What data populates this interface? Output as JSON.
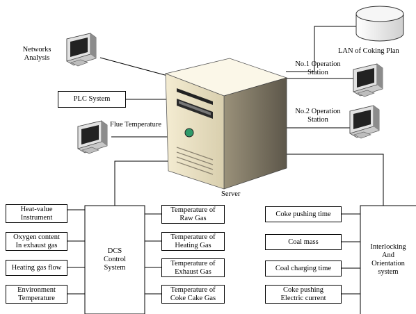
{
  "server_label": "Server",
  "networks_analysis": [
    "Networks",
    "Analysis"
  ],
  "plc_system": "PLC System",
  "flue_temperature": "Flue Temperature",
  "lan_label": "LAN of Coking Plan",
  "no1_station": [
    "No.1 Operation",
    "Station"
  ],
  "no2_station": [
    "No.2 Operation",
    "Station"
  ],
  "dcs": [
    "DCS",
    "Control",
    "System"
  ],
  "dcs_inputs": [
    [
      "Heat-value",
      "Instrument"
    ],
    [
      "Oxygen content",
      "In exhaust gas"
    ],
    [
      "Heating gas flow"
    ],
    [
      "Environment",
      "Temperature"
    ]
  ],
  "dcs_outputs": [
    [
      "Temperature of",
      "Raw Gas"
    ],
    [
      "Temperature of",
      "Heating Gas"
    ],
    [
      "Temperature of",
      "Exhaust Gas"
    ],
    [
      "Temperature of",
      "Coke Cake Gas"
    ]
  ],
  "interlock_inputs": [
    [
      "Coke pushing time"
    ],
    [
      "Coal mass"
    ],
    [
      "Coal charging time"
    ],
    [
      "Coke pushing",
      "Electric current"
    ]
  ],
  "interlock": [
    "Interlocking",
    "And",
    "Orientation",
    "system"
  ]
}
